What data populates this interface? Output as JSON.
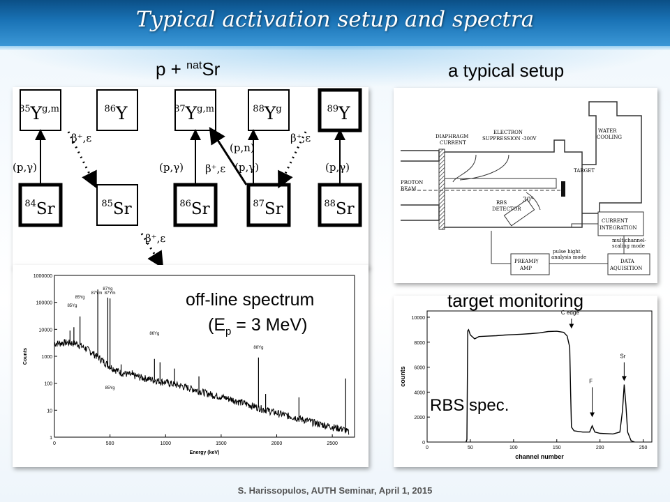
{
  "slide": {
    "title": "Typical activation setup and spectra",
    "footer": "S. Harissopulos, AUTH Seminar, April 1, 2015"
  },
  "labels": {
    "reaction_p": "p + ",
    "reaction_nat": "nat",
    "reaction_sr": "Sr",
    "setup": "a typical setup",
    "offline_line1": "off-line spectrum",
    "offline_ep_open": "(E",
    "offline_ep_sub": "p",
    "offline_ep_close": " = 3 MeV)",
    "target_monitoring": "target monitoring",
    "rbs_spec": "RBS spec."
  },
  "decay_scheme": {
    "top_nuclei": [
      {
        "mass": "85",
        "sym": "Y",
        "sup": "g,m"
      },
      {
        "mass": "86",
        "sym": "Y",
        "sup": ""
      },
      {
        "mass": "87",
        "sym": "Y",
        "sup": "g,m"
      },
      {
        "mass": "88",
        "sym": "Y",
        "sup": "g"
      },
      {
        "mass": "89",
        "sym": "Y",
        "sup": ""
      }
    ],
    "bottom_nuclei": [
      {
        "mass": "84",
        "sym": "Sr"
      },
      {
        "mass": "85",
        "sym": "Sr"
      },
      {
        "mass": "86",
        "sym": "Sr"
      },
      {
        "mass": "87",
        "sym": "Sr"
      },
      {
        "mass": "88",
        "sym": "Sr"
      }
    ],
    "reaction_pg": "(p,γ)",
    "reaction_pn": "(p,n)",
    "decay": "β⁺,ε"
  },
  "setup_diagram": {
    "labels": {
      "diaphragm": "DIAPHRAGM",
      "current": "CURRENT",
      "electron": "ELECTRON",
      "suppression": "SUPPRESSION -300V",
      "water": "WATER",
      "cooling": "COOLING",
      "target": "TARGET",
      "proton": "PROTON",
      "beam": "BEAM",
      "rbs": "RBS",
      "detector": "DETECTOR",
      "angle": "30°",
      "current_int1": "CURRENT",
      "current_int2": "INTEGRATION",
      "multichannel1": "multichannel-",
      "multichannel2": "scaling mode",
      "pulse1": "pulse hight",
      "pulse2": "analysis mode",
      "preamp1": "PREAMP/",
      "preamp2": "AMP",
      "daq1": "DATA",
      "daq2": "AQUISITION"
    }
  },
  "chart_data": [
    {
      "type": "line",
      "xlabel": "Energy (keV)",
      "ylabel": "Counts",
      "xlim": [
        0,
        2700
      ],
      "ylim": [
        1,
        1000000
      ],
      "yscale": "log",
      "xticks": [
        "0",
        "500",
        "1000",
        "1500",
        "2000",
        "2500"
      ],
      "yticks": [
        "1",
        "10",
        "100",
        "1000",
        "10000",
        "100000",
        "1000000"
      ],
      "baseline": [
        [
          0,
          3000
        ],
        [
          50,
          3100
        ],
        [
          100,
          3300
        ],
        [
          200,
          3000
        ],
        [
          300,
          1800
        ],
        [
          400,
          900
        ],
        [
          500,
          420
        ],
        [
          600,
          250
        ],
        [
          800,
          160
        ],
        [
          1000,
          110
        ],
        [
          1200,
          70
        ],
        [
          1400,
          40
        ],
        [
          1600,
          25
        ],
        [
          1800,
          14
        ],
        [
          2000,
          8
        ],
        [
          2200,
          5
        ],
        [
          2400,
          3
        ],
        [
          2600,
          2
        ],
        [
          2650,
          1.5
        ]
      ],
      "peaks": [
        [
          140,
          9000
        ],
        [
          175,
          12000
        ],
        [
          230,
          30000
        ],
        [
          390,
          300000
        ],
        [
          480,
          150000
        ],
        [
          500,
          140000
        ],
        [
          600,
          500
        ],
        [
          700,
          300
        ],
        [
          900,
          800
        ],
        [
          950,
          600
        ],
        [
          1080,
          350
        ],
        [
          1300,
          180
        ],
        [
          1836,
          900
        ],
        [
          1900,
          40
        ],
        [
          2200,
          30
        ],
        [
          2620,
          150
        ]
      ],
      "annotations": [
        {
          "label": "85Yg",
          "x": 160
        },
        {
          "label": "85Yg",
          "x": 230
        },
        {
          "label": "87Ym",
          "x": 380
        },
        {
          "label": "87Yg",
          "x": 480
        },
        {
          "label": "87Ym",
          "x": 500
        },
        {
          "label": "86Yg",
          "x": 900
        },
        {
          "label": "85Yg",
          "x": 500
        },
        {
          "label": "88Yg",
          "x": 1836
        }
      ]
    },
    {
      "type": "line",
      "xlabel": "channel number",
      "ylabel": "counts",
      "xlim": [
        0,
        260
      ],
      "ylim": [
        0,
        10500
      ],
      "xticks": [
        "0",
        "50",
        "100",
        "150",
        "200",
        "250"
      ],
      "yticks": [
        "0",
        "2000",
        "4000",
        "6000",
        "8000",
        "10000"
      ],
      "points": [
        [
          45,
          0
        ],
        [
          46,
          200
        ],
        [
          47,
          8900
        ],
        [
          48,
          9000
        ],
        [
          50,
          8600
        ],
        [
          55,
          8300
        ],
        [
          60,
          8400
        ],
        [
          70,
          8500
        ],
        [
          80,
          8500
        ],
        [
          90,
          8600
        ],
        [
          100,
          8550
        ],
        [
          110,
          8650
        ],
        [
          120,
          8700
        ],
        [
          130,
          8750
        ],
        [
          140,
          8800
        ],
        [
          150,
          8850
        ],
        [
          158,
          8800
        ],
        [
          162,
          8500
        ],
        [
          165,
          7600
        ],
        [
          166,
          4000
        ],
        [
          167,
          1200
        ],
        [
          170,
          900
        ],
        [
          180,
          800
        ],
        [
          188,
          800
        ],
        [
          191,
          1300
        ],
        [
          194,
          800
        ],
        [
          200,
          700
        ],
        [
          215,
          650
        ],
        [
          223,
          800
        ],
        [
          226,
          2500
        ],
        [
          228,
          4600
        ],
        [
          230,
          3000
        ],
        [
          232,
          800
        ],
        [
          236,
          100
        ],
        [
          240,
          0
        ]
      ],
      "annotations": [
        {
          "label": "C edge",
          "x": 167
        },
        {
          "label": "F",
          "x": 191
        },
        {
          "label": "Sr",
          "x": 228
        }
      ]
    }
  ]
}
